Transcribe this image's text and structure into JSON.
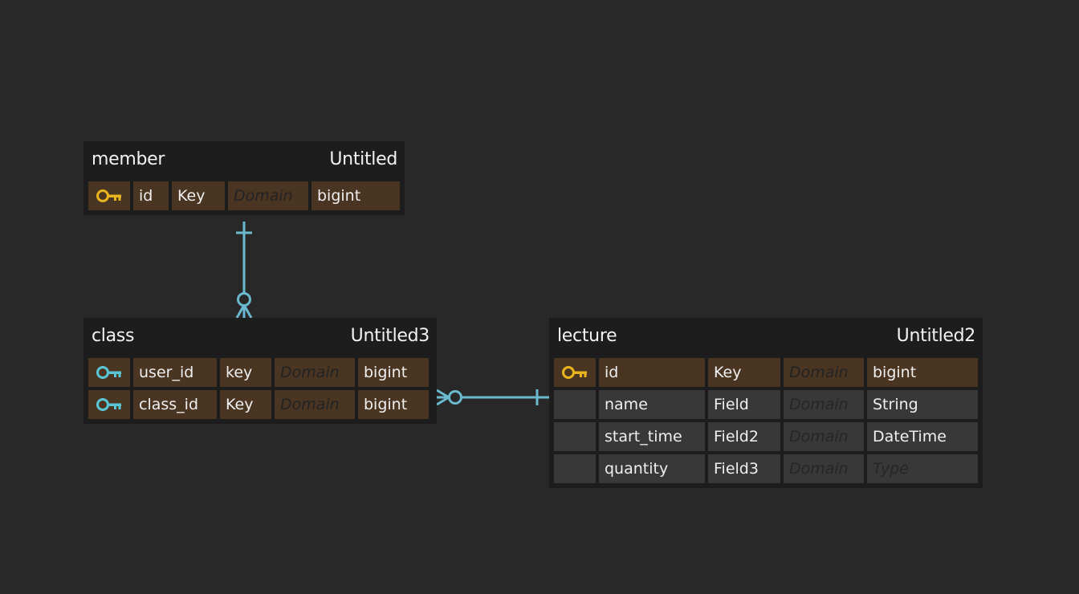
{
  "colors": {
    "background": "#282828",
    "table_bg": "#1d1d1d",
    "key_row": "#4a3422",
    "field_row": "#383838",
    "primary_key_icon": "#e8b51e",
    "foreign_key_icon": "#58c7d3",
    "relationship_line": "#6ab9cf"
  },
  "tables": {
    "member": {
      "name": "member",
      "subtitle": "Untitled",
      "rows": [
        {
          "key_icon": "primary-key-icon",
          "name": "id",
          "logical": "Key",
          "domain": "Domain",
          "type": "bigint"
        }
      ]
    },
    "class": {
      "name": "class",
      "subtitle": "Untitled3",
      "rows": [
        {
          "key_icon": "foreign-key-icon",
          "name": "user_id",
          "logical": "key",
          "domain": "Domain",
          "type": "bigint"
        },
        {
          "key_icon": "foreign-key-icon",
          "name": "class_id",
          "logical": "Key",
          "domain": "Domain",
          "type": "bigint"
        }
      ]
    },
    "lecture": {
      "name": "lecture",
      "subtitle": "Untitled2",
      "rows": [
        {
          "key_icon": "primary-key-icon",
          "name": "id",
          "logical": "Key",
          "domain": "Domain",
          "type": "bigint"
        },
        {
          "key_icon": "",
          "name": "name",
          "logical": "Field",
          "domain": "Domain",
          "type": "String"
        },
        {
          "key_icon": "",
          "name": "start_time",
          "logical": "Field2",
          "domain": "Domain",
          "type": "DateTime"
        },
        {
          "key_icon": "",
          "name": "quantity",
          "logical": "Field3",
          "domain": "Domain",
          "type": "Type"
        }
      ]
    }
  },
  "relationships": [
    {
      "from": "member",
      "to": "class",
      "from_cardinality": "one",
      "to_cardinality": "zero-or-many"
    },
    {
      "from": "lecture",
      "to": "class",
      "from_cardinality": "one",
      "to_cardinality": "zero-or-many"
    }
  ]
}
